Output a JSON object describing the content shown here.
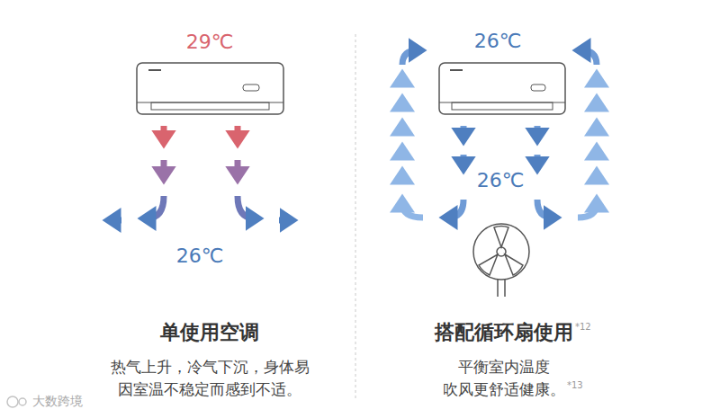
{
  "diagram": {
    "labels": [
      "29℃",
      "26℃",
      "单使用空调",
      "热气上升，冷气下沉，身体易 因室温不稳定而感到不适。",
      "26℃",
      "26℃",
      "搭配循环扇使用",
      "*12",
      "平衡室内温度 吹风更舒适健康。",
      "*13",
      "大数跨境"
    ]
  }
}
